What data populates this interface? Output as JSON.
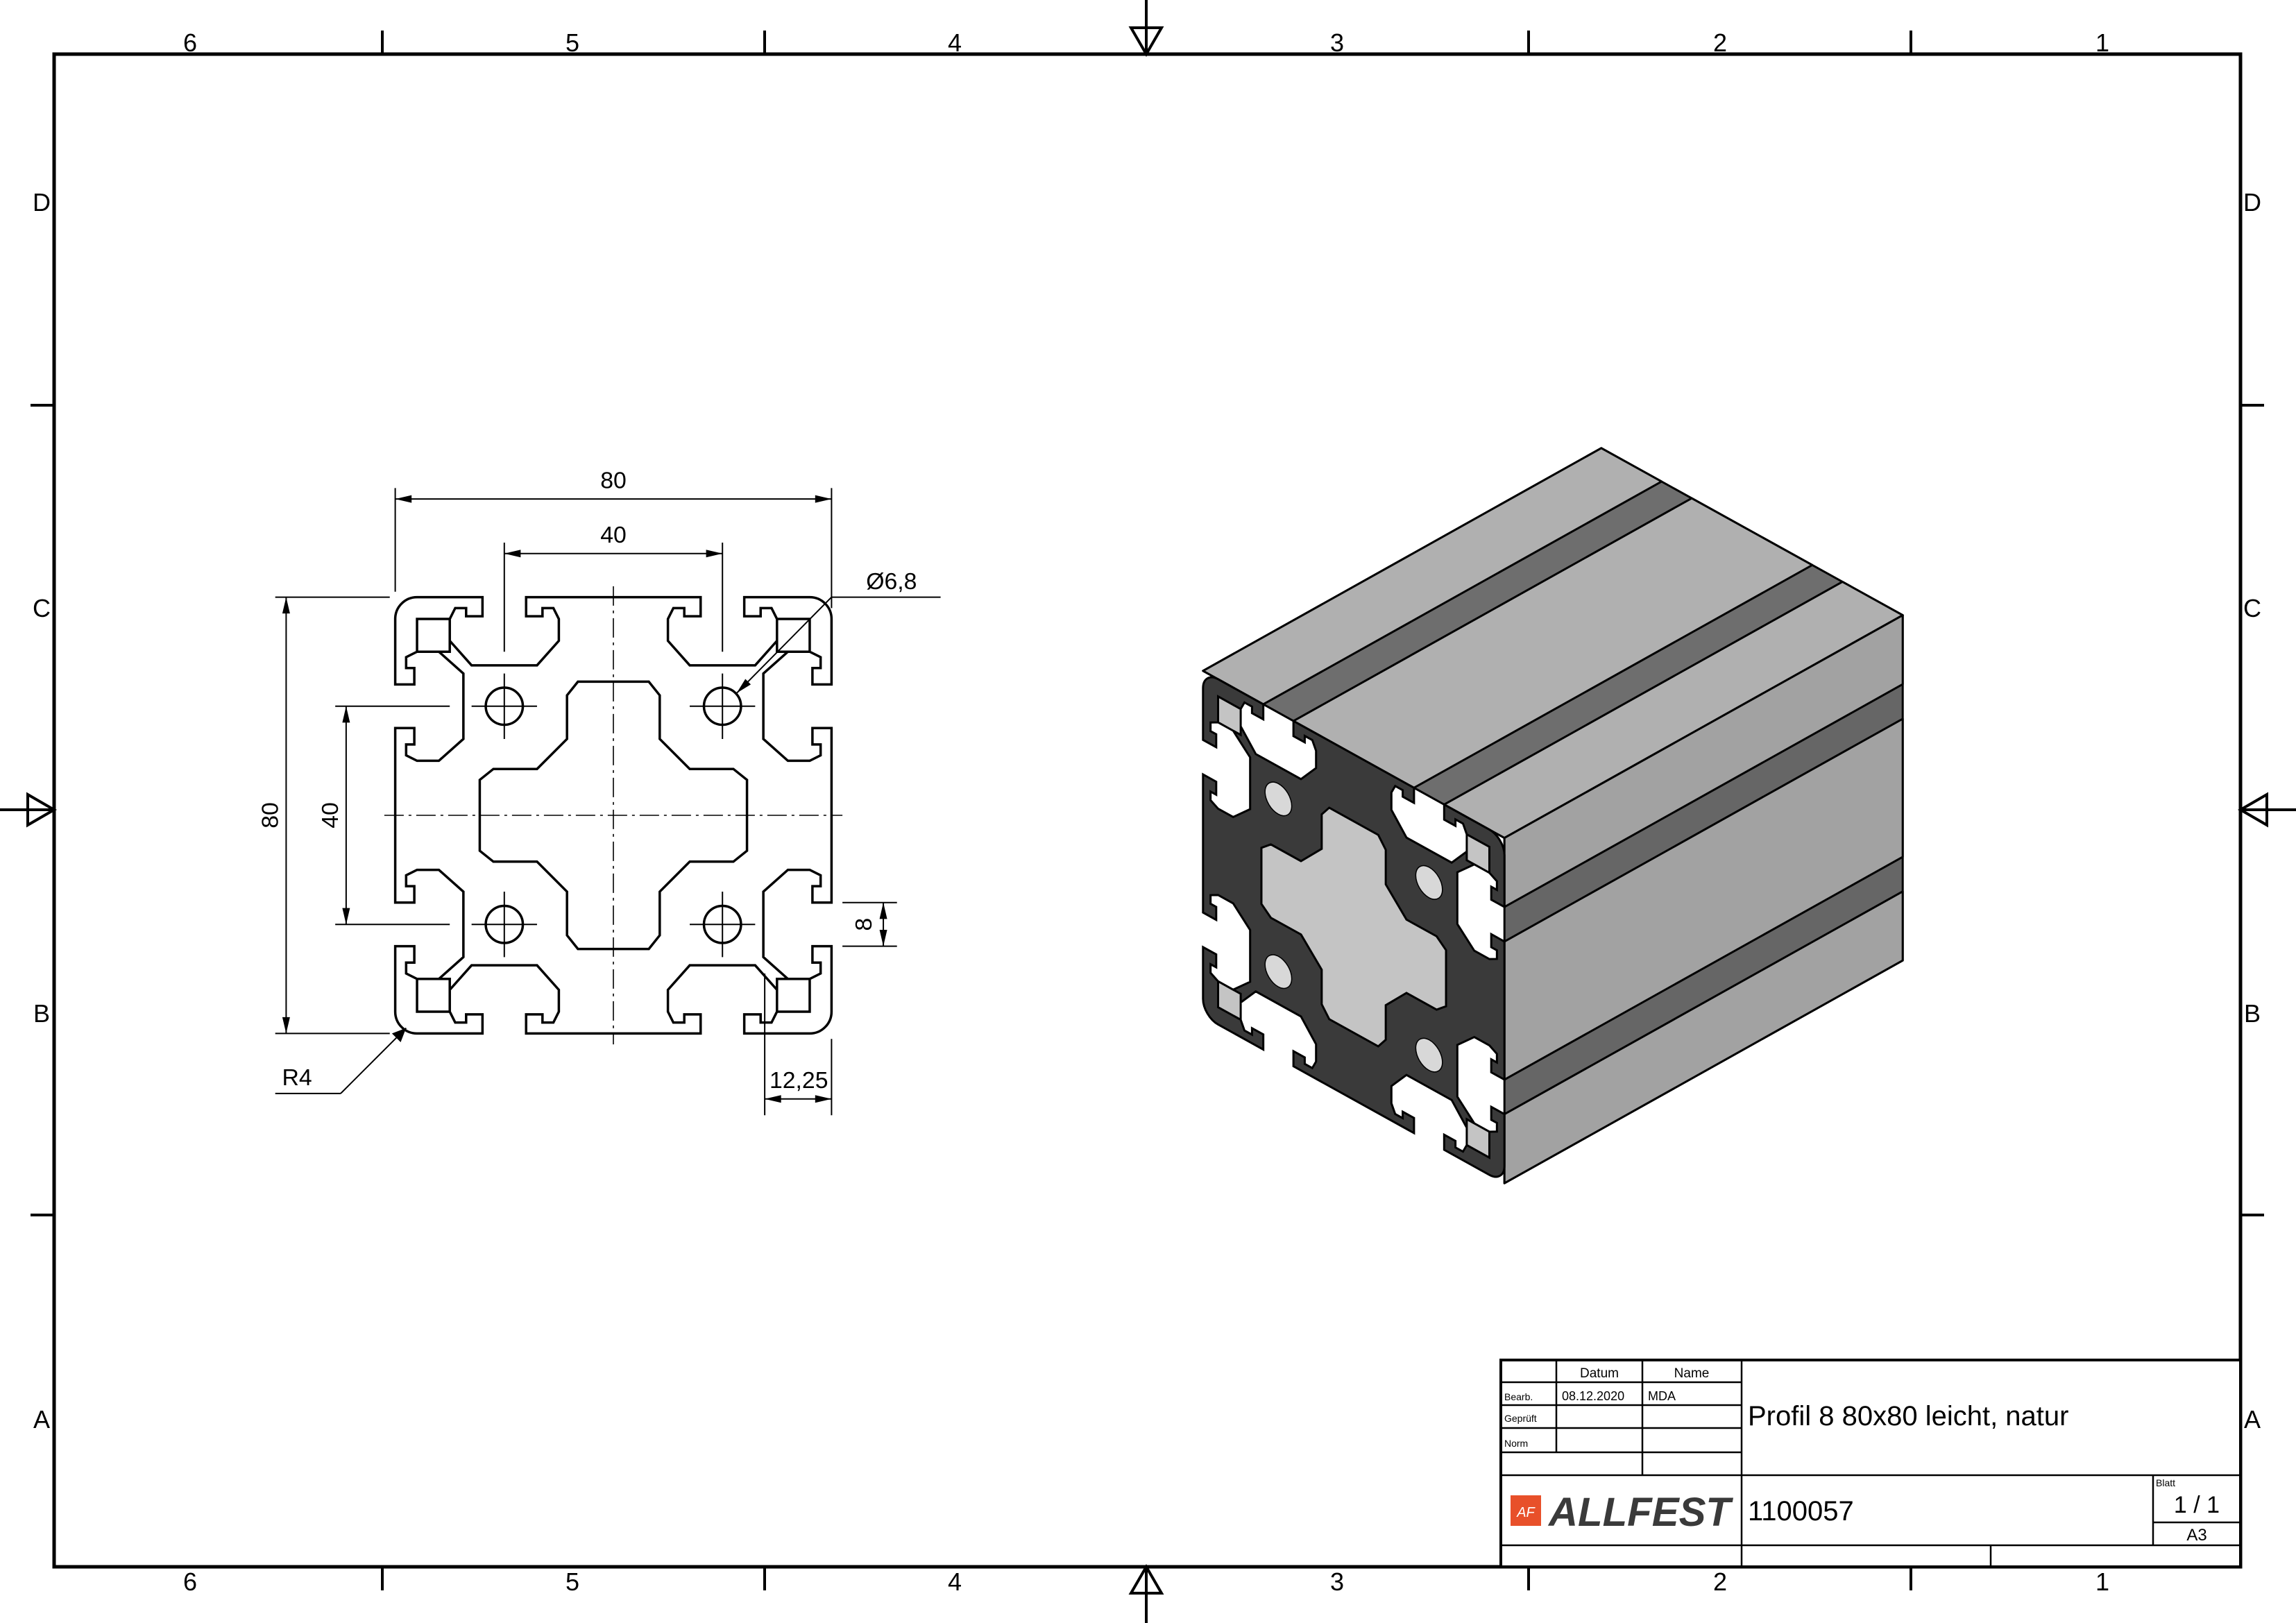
{
  "zones": {
    "columns": [
      "6",
      "5",
      "4",
      "3",
      "2",
      "1"
    ],
    "rows": [
      "D",
      "C",
      "B",
      "A"
    ]
  },
  "dimensions": {
    "width": "80",
    "slot_spacing_horizontal": "40",
    "hole_diameter": "Ø6,8",
    "height": "80",
    "slot_spacing_vertical": "40",
    "slot_opening": "8",
    "slot_edge_offset": "12,25",
    "corner_radius": "R4"
  },
  "title_block": {
    "header_date": "Datum",
    "header_name": "Name",
    "row_labels": [
      "Bearb.",
      "Geprüft",
      "Norm"
    ],
    "drawn_date": "08.12.2020",
    "drawn_name": "MDA",
    "title": "Profil 8 80x80 leicht, natur",
    "drawing_number": "1100057",
    "sheet_label": "Blatt",
    "sheet": "1 / 1",
    "format": "A3",
    "company_logo": "ALLFEST",
    "logo_mark": "AF",
    "brand_color": "#e8502a"
  }
}
